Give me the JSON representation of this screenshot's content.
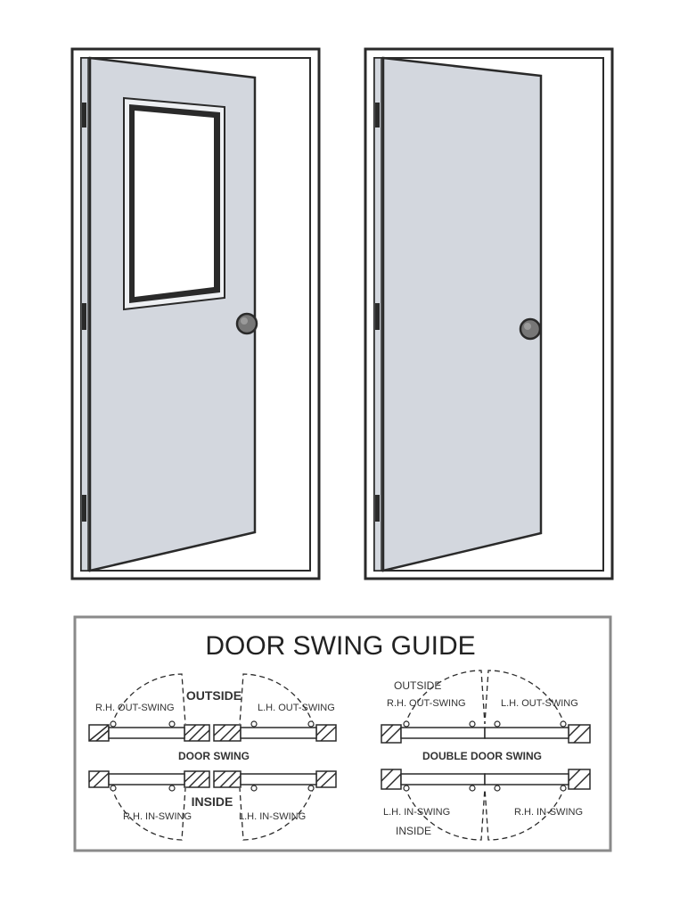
{
  "guide": {
    "title": "DOOR SWING GUIDE",
    "single": {
      "outside": "OUTSIDE",
      "heading": "DOOR SWING",
      "inside": "INSIDE",
      "rh_out": "R.H. OUT-SWING",
      "lh_out": "L.H. OUT-SWING",
      "rh_in": "R.H. IN-SWING",
      "lh_in": "L.H. IN-SWING"
    },
    "double": {
      "outside": "OUTSIDE",
      "heading": "DOUBLE DOOR SWING",
      "inside": "INSIDE",
      "rh_out": "R.H. OUT-SWING",
      "lh_out": "L.H. OUT-SWING",
      "lh_in": "L.H. IN-SWING",
      "rh_in": "R.H. IN-SWING"
    }
  },
  "colors": {
    "door_fill": "#d3d7de",
    "outline": "#2a2a2a",
    "frame_fill": "#ffffff",
    "knob": "#777777",
    "guide_border": "#8a8a8a"
  },
  "icons": [
    "door-with-window-icon",
    "solid-door-icon",
    "hinge-icon",
    "doorknob-icon"
  ]
}
